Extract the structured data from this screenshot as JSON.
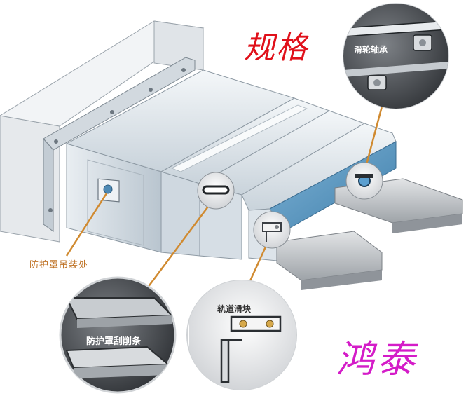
{
  "title": "规格",
  "brand": "鸿泰",
  "callouts": {
    "hanging_point": "防护罩吊装处",
    "pulley_bearing": "滑轮轴承",
    "rail_slider": "轨道滑块",
    "wiper_strip": "防护罩刮削条"
  },
  "colors": {
    "title_red": "#e0101a",
    "brand_magenta": "#d41cc8",
    "callout_line_orange": "#d08a30",
    "cover_panel": "#dfe6ec",
    "cover_edge": "#9aa7b2",
    "rail_gray": "#b8bcc0"
  }
}
